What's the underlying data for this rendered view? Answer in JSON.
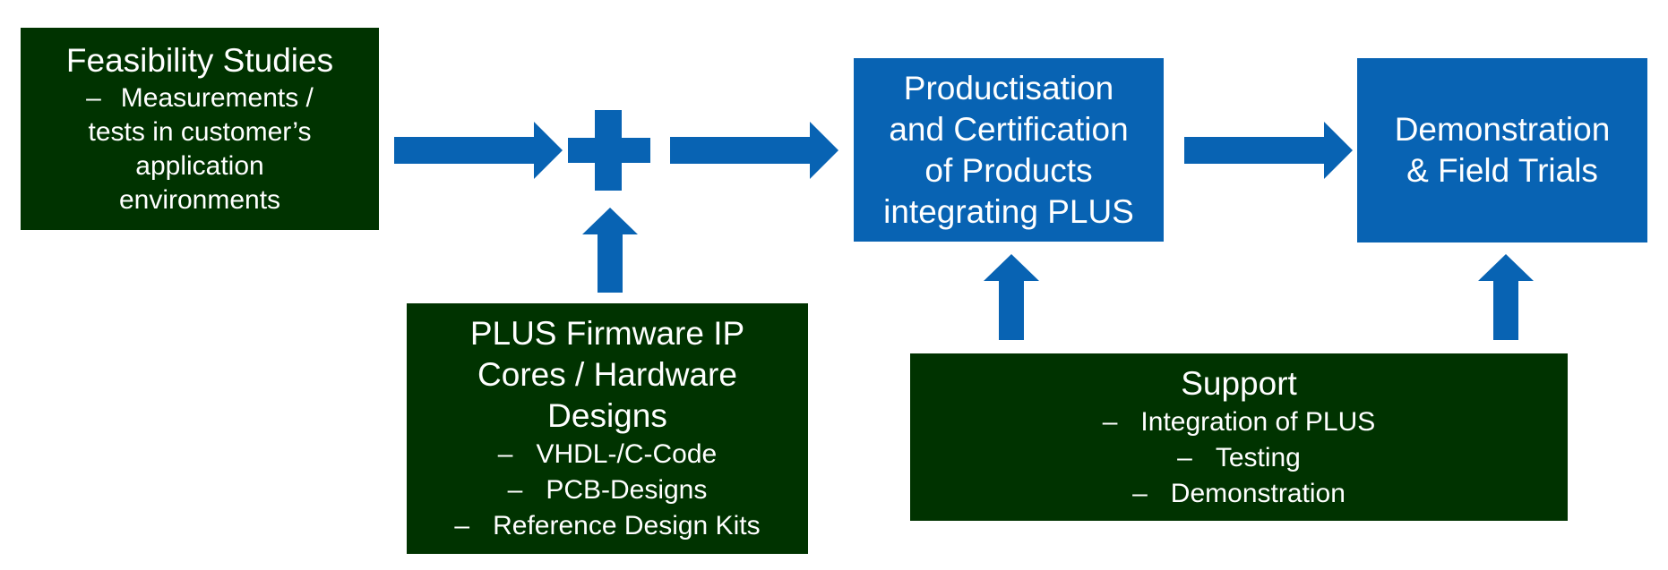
{
  "colors": {
    "dark_green": "#003300",
    "blue": "#0863b3",
    "text": "#ffffff"
  },
  "feasibility": {
    "title": "Feasibility Studies",
    "items": [
      "Measurements / tests in customer’s application environments"
    ]
  },
  "firmware": {
    "title_lines": [
      "PLUS Firmware IP",
      "Cores / Hardware",
      "Designs"
    ],
    "items": [
      "VHDL-/C-Code",
      "PCB-Designs",
      "Reference Design Kits"
    ]
  },
  "productisation": {
    "title_lines": [
      "Productisation",
      "and Certification",
      "of Products",
      "integrating PLUS"
    ]
  },
  "demonstration": {
    "title_lines": [
      "Demonstration",
      "& Field Trials"
    ]
  },
  "support": {
    "title": "Support",
    "items": [
      "Integration of PLUS",
      "Testing",
      "Demonstration"
    ]
  },
  "dash": "–"
}
